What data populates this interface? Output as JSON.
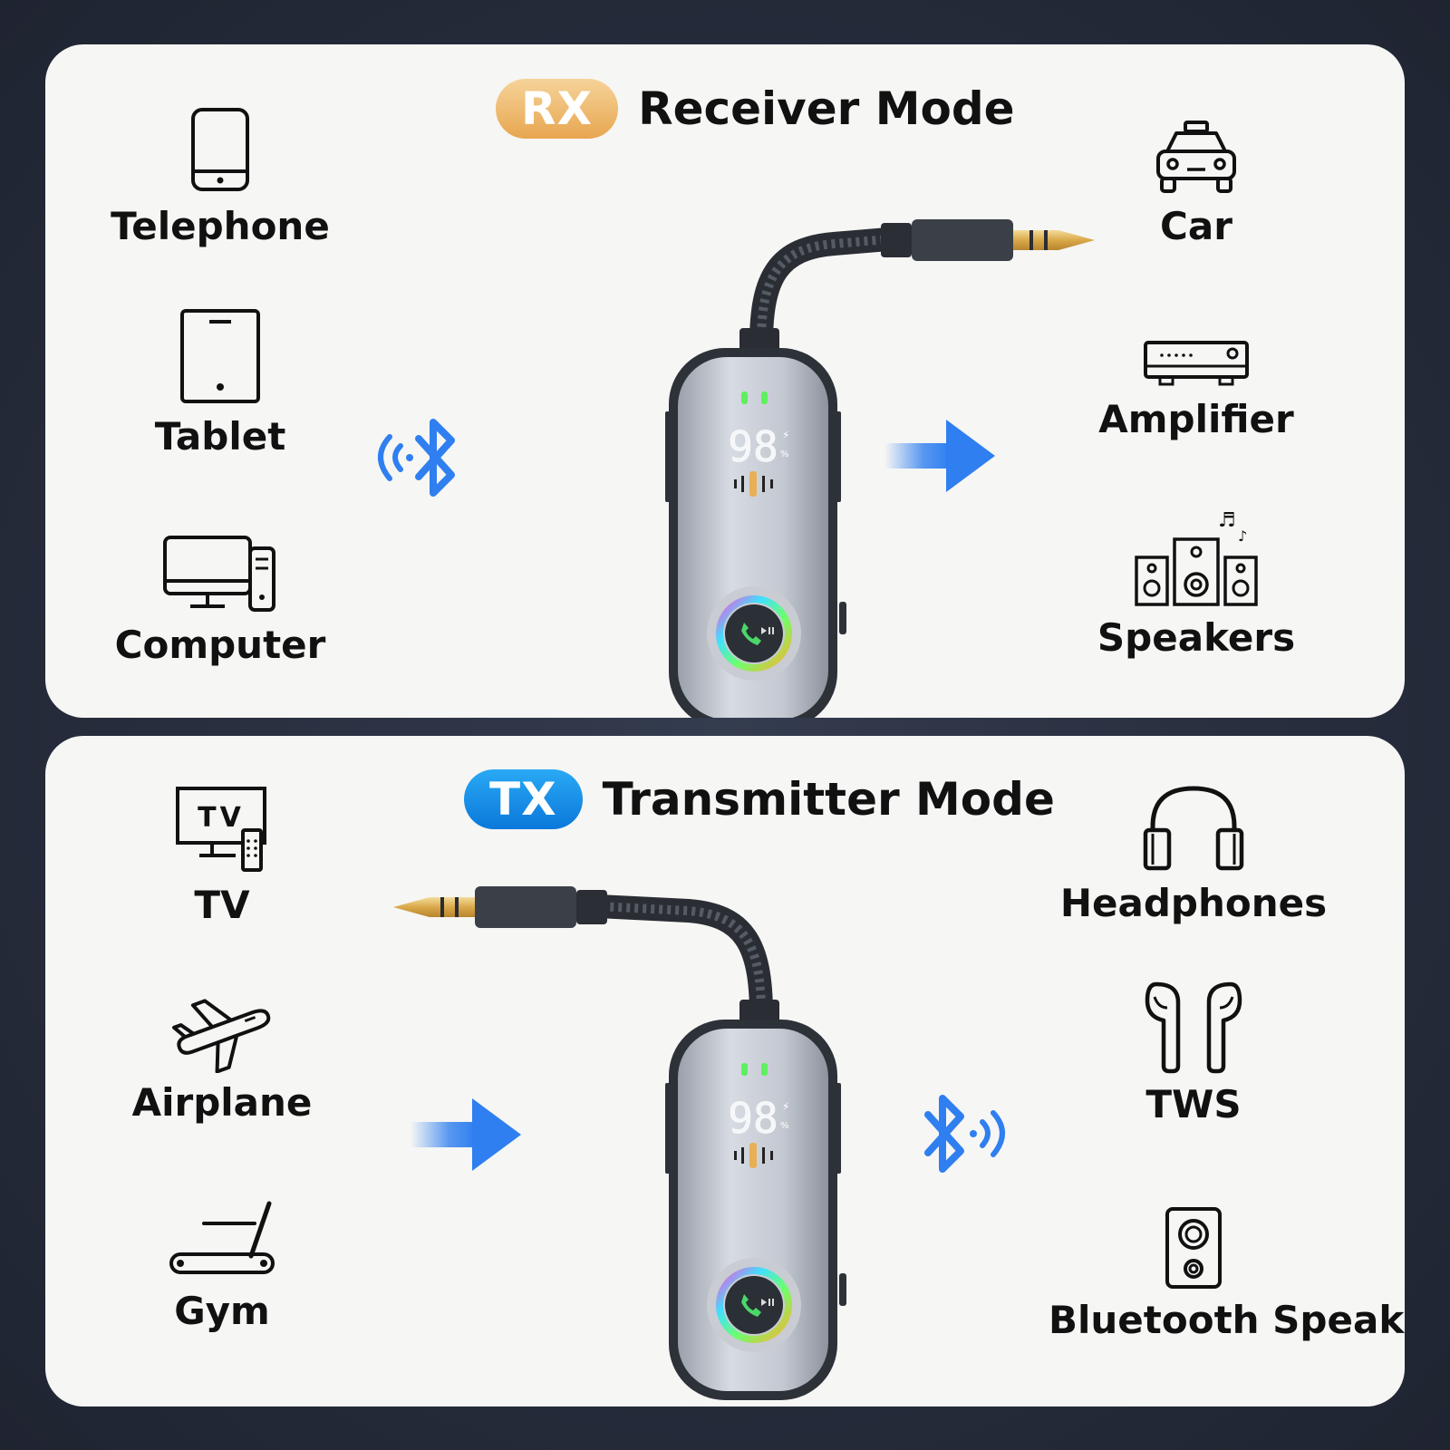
{
  "rx": {
    "badge": "RX",
    "title": "Receiver Mode",
    "sources": [
      {
        "label": "Telephone",
        "icon": "phone-icon"
      },
      {
        "label": "Tablet",
        "icon": "tablet-icon"
      },
      {
        "label": "Computer",
        "icon": "computer-icon"
      }
    ],
    "outputs": [
      {
        "label": "Car",
        "icon": "car-icon"
      },
      {
        "label": "Amplifier",
        "icon": "amplifier-icon"
      },
      {
        "label": "Speakers",
        "icon": "speakers-icon"
      }
    ]
  },
  "tx": {
    "badge": "TX",
    "title": "Transmitter Mode",
    "sources": [
      {
        "label": "TV",
        "icon": "tv-icon"
      },
      {
        "label": "Airplane",
        "icon": "airplane-icon"
      },
      {
        "label": "Gym",
        "icon": "treadmill-icon"
      }
    ],
    "outputs": [
      {
        "label": "Headphones",
        "icon": "headphones-icon"
      },
      {
        "label": "TWS",
        "icon": "earbuds-icon"
      },
      {
        "label": "Bluetooth Speaker",
        "icon": "speaker-icon"
      }
    ]
  },
  "device": {
    "battery_display": "98"
  },
  "colors": {
    "rx_badge": "#e9ab58",
    "tx_badge": "#1a8ee8",
    "bluetooth_blue": "#2f7ff0",
    "arrow_blue": "#3a86f0"
  }
}
